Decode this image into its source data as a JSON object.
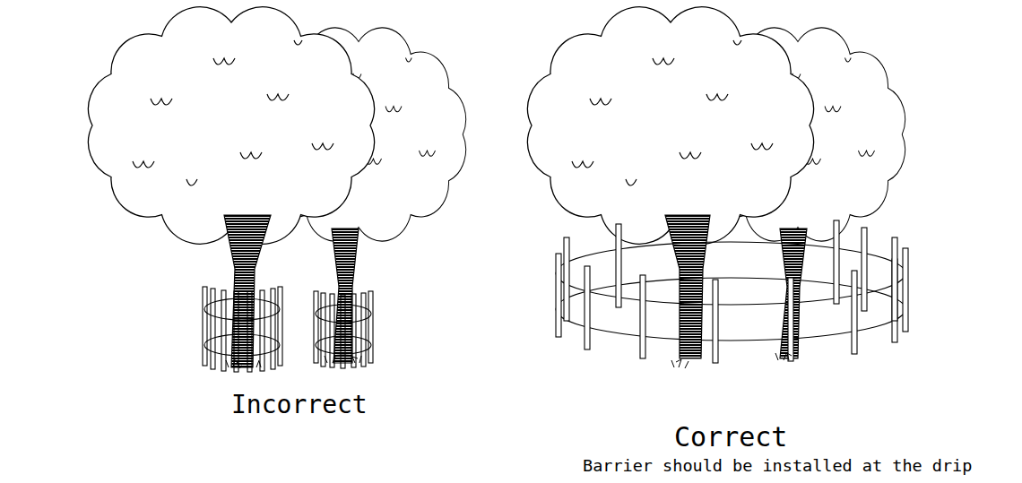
{
  "diagram": {
    "labels": [
      "Incorrect",
      "Correct",
      "Barrier should be installed at the drip"
    ]
  }
}
